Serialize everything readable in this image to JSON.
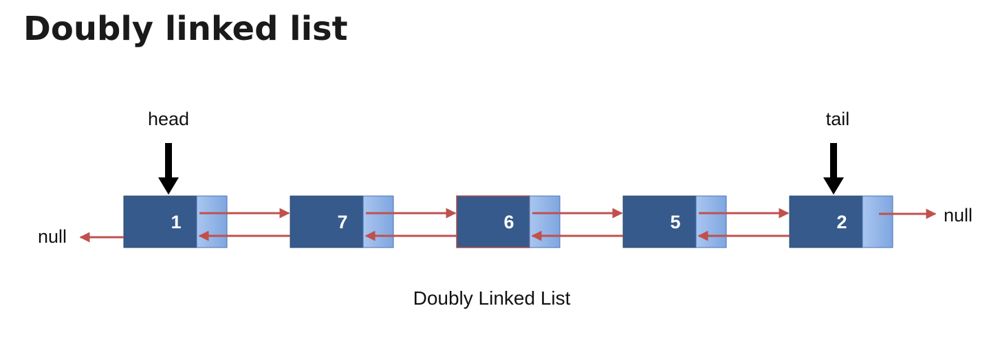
{
  "page": {
    "title": "Doubly linked list"
  },
  "diagram": {
    "caption": "Doubly Linked List",
    "head_label": "head",
    "tail_label": "tail",
    "null_left": "null",
    "null_right": "null",
    "nodes": [
      {
        "value": "1"
      },
      {
        "value": "7"
      },
      {
        "value": "6"
      },
      {
        "value": "5"
      },
      {
        "value": "2"
      }
    ],
    "colors": {
      "node_fill": "#375a8c",
      "pointer_fill": "#8eb2e8",
      "arrow": "#c0504d",
      "pointer_arrow": "#000000"
    }
  }
}
